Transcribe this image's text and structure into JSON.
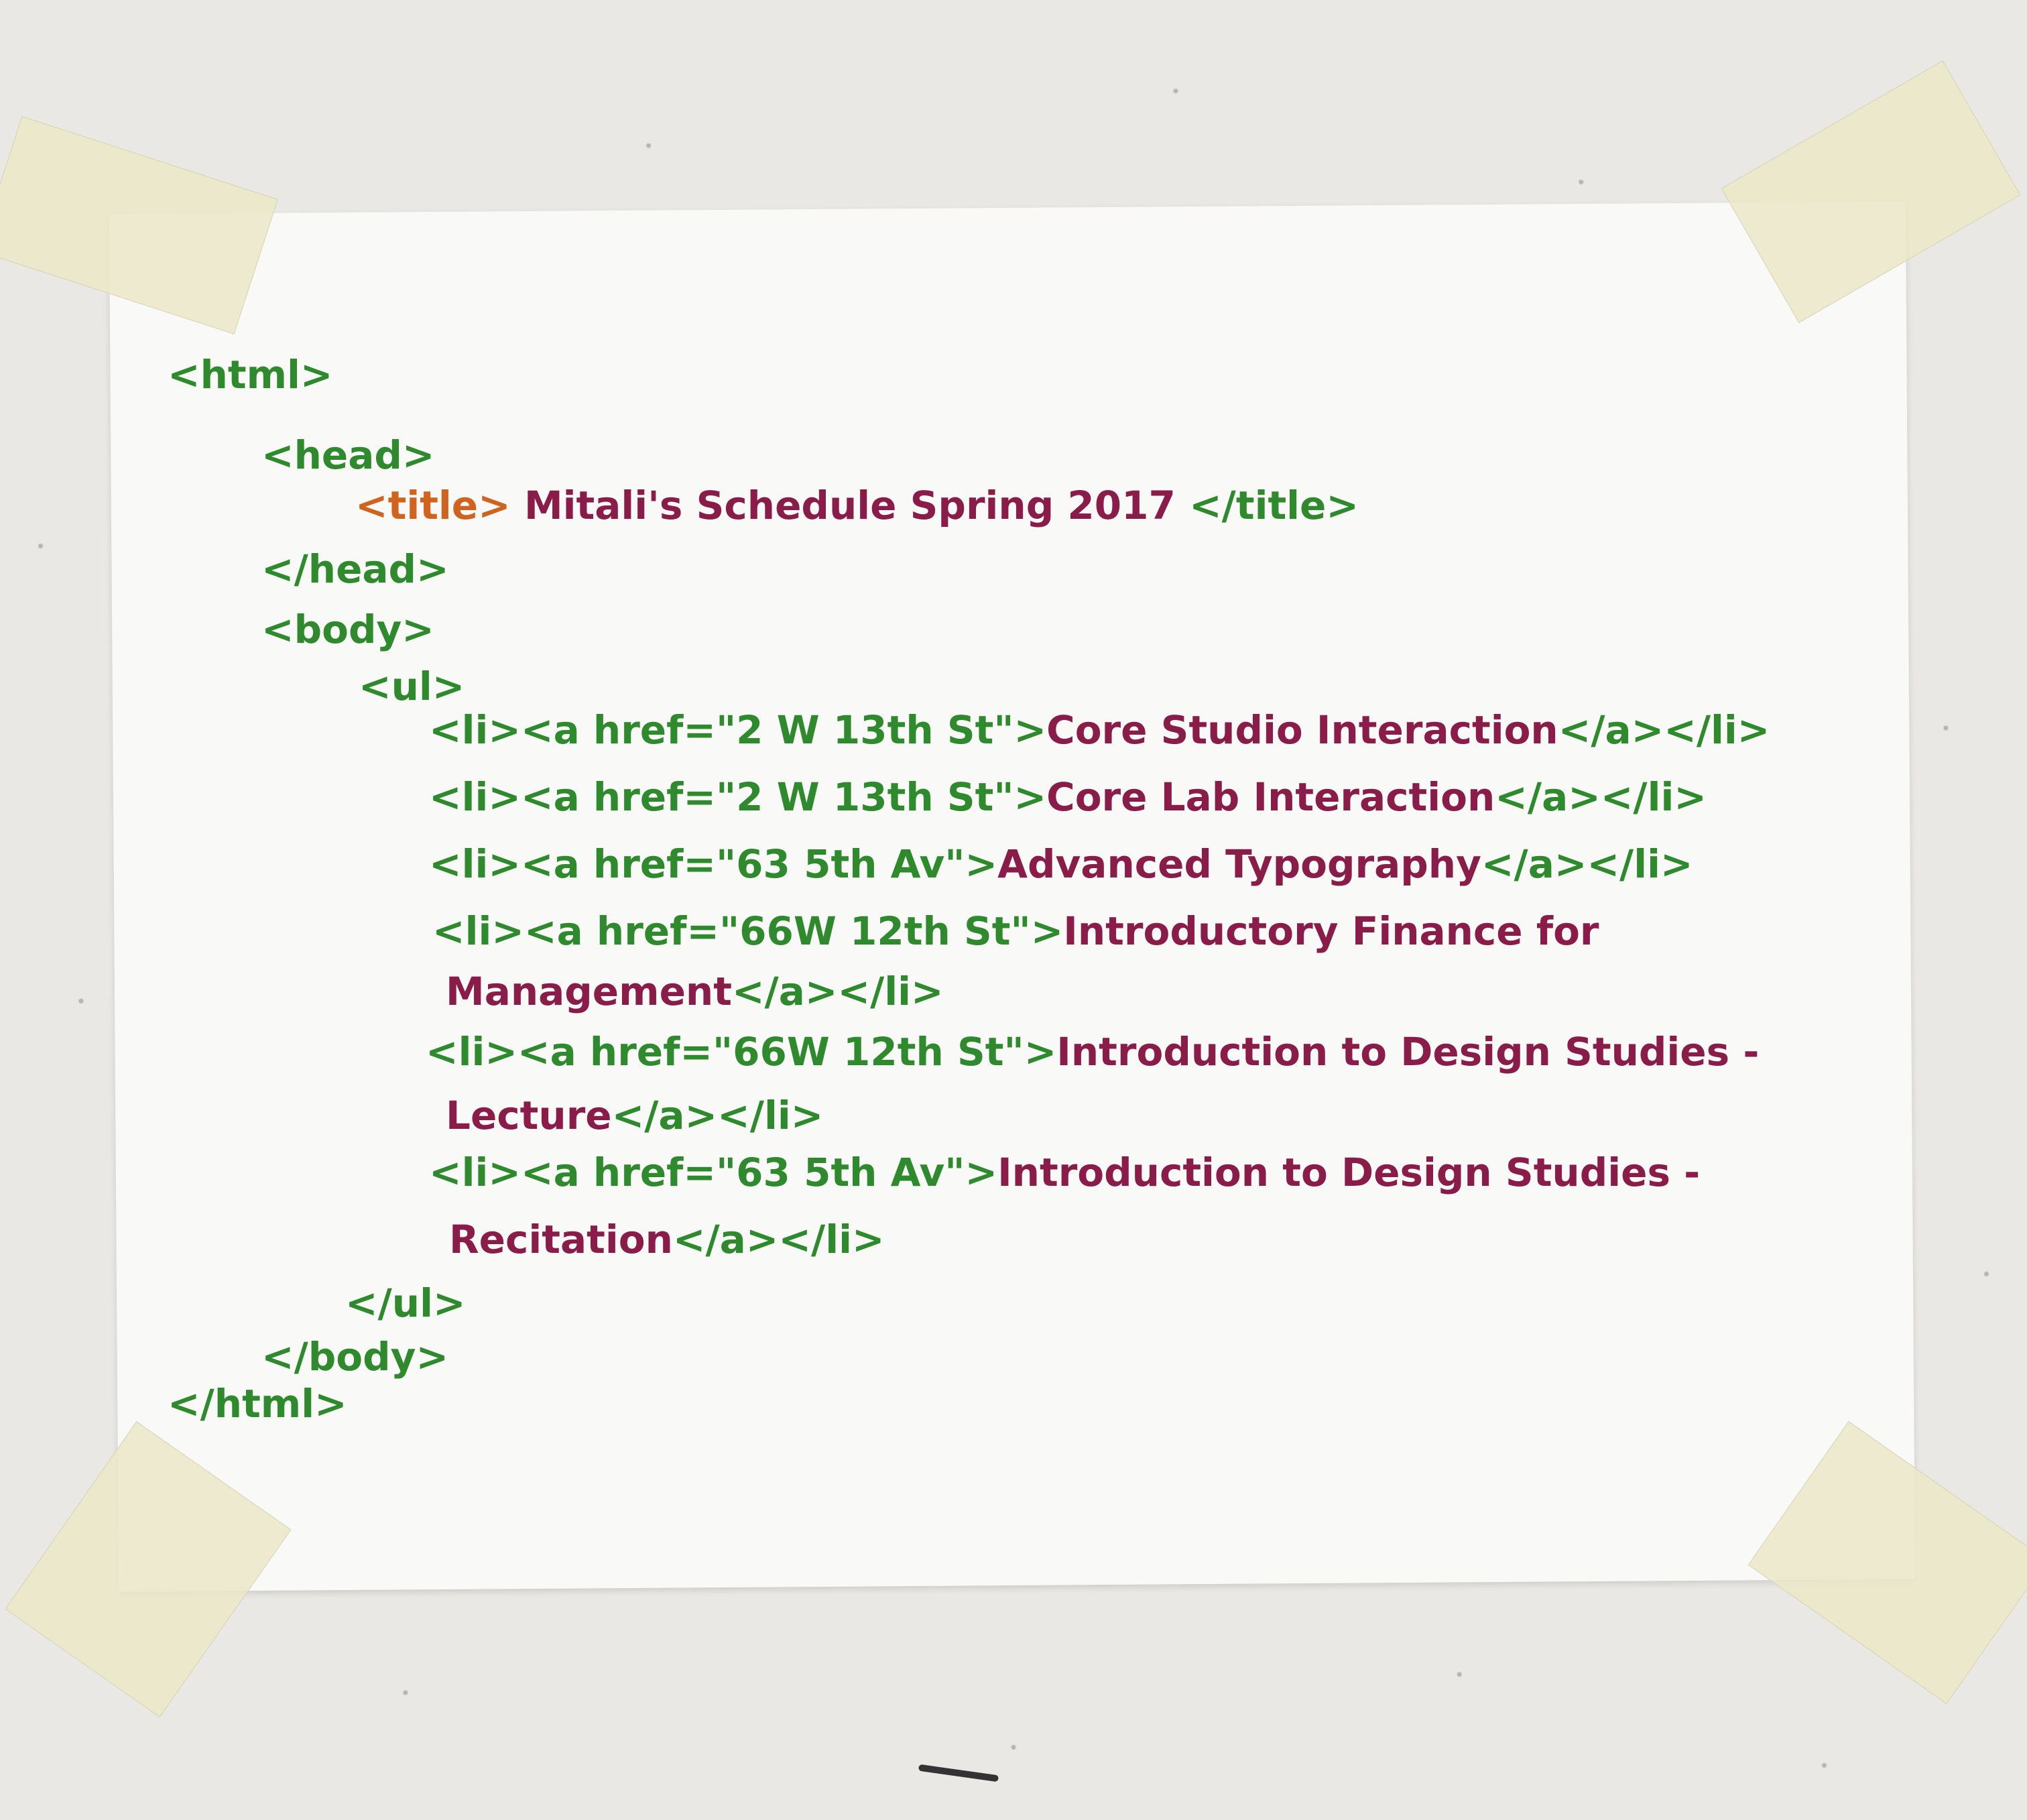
{
  "code": {
    "html_open": "<html>",
    "head_open": "<head>",
    "title_open": "<title>",
    "title_text": "Mitali's Schedule Spring 2017",
    "title_close": "</title>",
    "head_close": "</head>",
    "body_open": "<body>",
    "ul_open": "<ul>",
    "items": [
      {
        "li_open": "<li>",
        "a_open": "<a href=\"2 W 13th St\">",
        "text": "Core Studio Interaction",
        "a_close": "</a>",
        "li_close": "</li>"
      },
      {
        "li_open": "<li>",
        "a_open": "<a href=\"2 W 13th St\">",
        "text": "Core Lab Interaction",
        "a_close": "</a>",
        "li_close": "</li>"
      },
      {
        "li_open": "<li>",
        "a_open": "<a href=\"63 5th Av\">",
        "text": "Advanced Typography",
        "a_close": "</a>",
        "li_close": "</li>"
      },
      {
        "li_open": "<li>",
        "a_open": "<a href=\"66W 12th St\">",
        "text_line1": "Introductory Finance for",
        "text_line2": "Management",
        "a_close": "</a>",
        "li_close": "</li>"
      },
      {
        "li_open": "<li>",
        "a_open": "<a href=\"66W 12th St\">",
        "text_line1": "Introduction to Design Studies -",
        "text_line2": "Lecture",
        "a_close": "</a>",
        "li_close": "</li>"
      },
      {
        "li_open": "<li>",
        "a_open": "<a href=\"63 5th Av\">",
        "text_line1": "Introduction to Design Studies -",
        "text_line2": "Recitation",
        "a_close": "</a>",
        "li_close": "</li>"
      }
    ],
    "ul_close": "</ul>",
    "body_close": "</body>",
    "html_close": "</html>"
  },
  "colors": {
    "tag_green": "#2f8a2e",
    "tag_orange": "#d0641f",
    "attr_blue": "#2b6b9a",
    "text_magenta": "#8a1c4a",
    "paper": "#f9f9f8",
    "wall": "#e9e8e4",
    "tape": "#ebe8c8"
  }
}
